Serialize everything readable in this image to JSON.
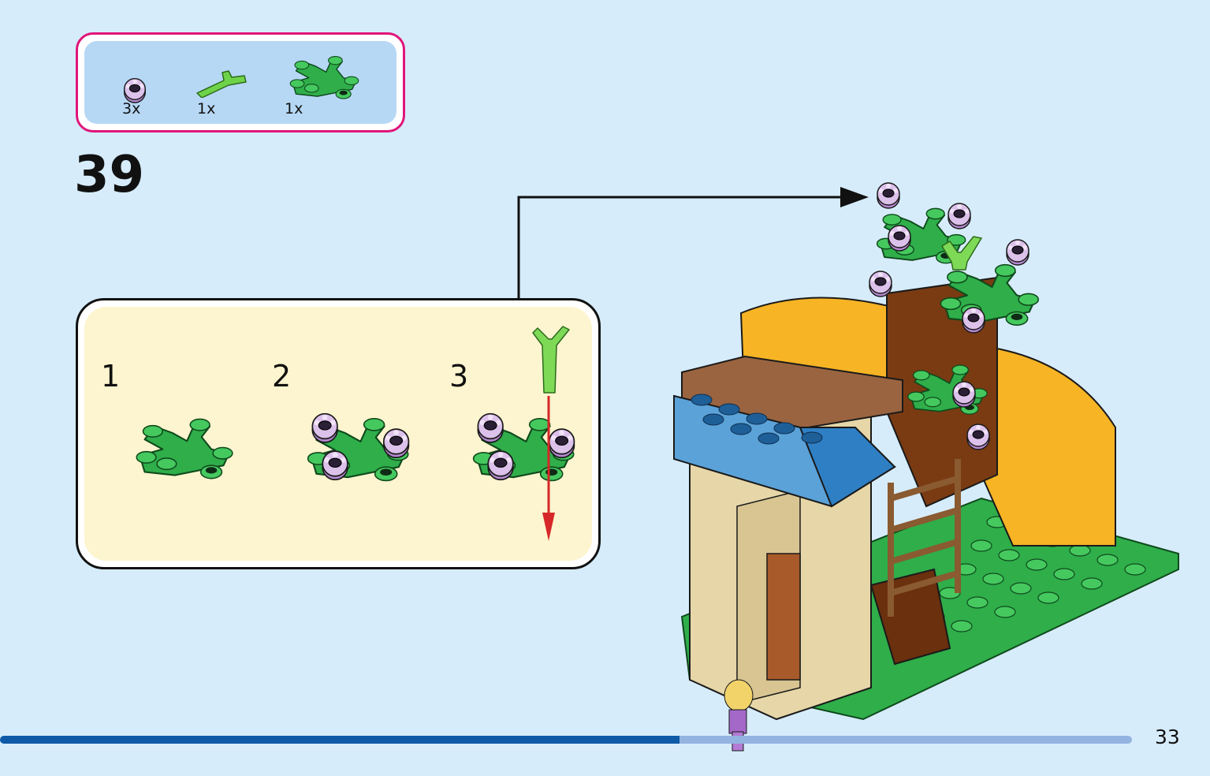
{
  "parts": [
    {
      "name": "lavender-flower-plate",
      "qty": "3x"
    },
    {
      "name": "green-stem-piece",
      "qty": "1x"
    },
    {
      "name": "green-branch-piece",
      "qty": "1x"
    }
  ],
  "step": {
    "number": "39"
  },
  "callout": {
    "substeps": [
      {
        "label": "1"
      },
      {
        "label": "2"
      },
      {
        "label": "3"
      }
    ]
  },
  "progress": {
    "fraction": 0.6
  },
  "page": {
    "number": "33"
  },
  "colors": {
    "background": "#d6ecfb",
    "parts_border": "#e0157a",
    "parts_fill": "#b6d8f5",
    "callout_fill": "#fdf5cf",
    "progress_fill": "#0e5aa8",
    "progress_track": "#93b3e0",
    "green": "#2fae4a",
    "lavender": "#c9a5dc",
    "arrow_red": "#d62828"
  }
}
